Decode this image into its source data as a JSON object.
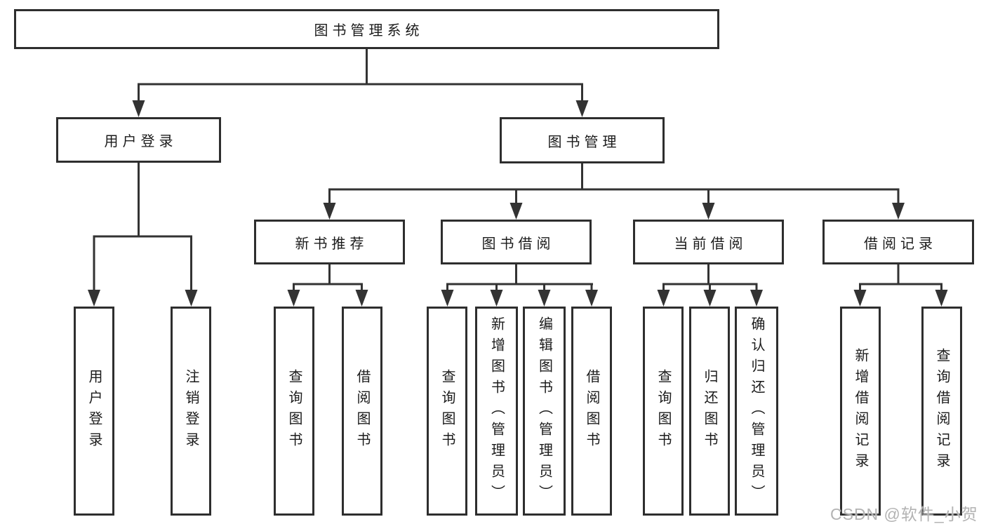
{
  "tree": {
    "root": "图书管理系统",
    "branches": [
      {
        "label": "用户登录",
        "children": [
          "用户登录",
          "注销登录"
        ]
      },
      {
        "label": "图书管理",
        "groups": [
          {
            "label": "新书推荐",
            "children": [
              "查询图书",
              "借阅图书"
            ]
          },
          {
            "label": "图书借阅",
            "children": [
              "查询图书",
              "新增图书（管理员）",
              "编辑图书（管理员）",
              "借阅图书"
            ]
          },
          {
            "label": "当前借阅",
            "children": [
              "查询图书",
              "归还图书",
              "确认归还（管理员）"
            ]
          },
          {
            "label": "借阅记录",
            "children": [
              "新增借阅记录",
              "查询借阅记录"
            ]
          }
        ]
      }
    ]
  },
  "watermark": "CSDN @软件_小贺同学",
  "colors": {
    "line": "#333333",
    "box_border": "#2e2e2e",
    "text": "#1b1b1b",
    "watermark": "#b3b3b3",
    "background": "#ffffff"
  }
}
